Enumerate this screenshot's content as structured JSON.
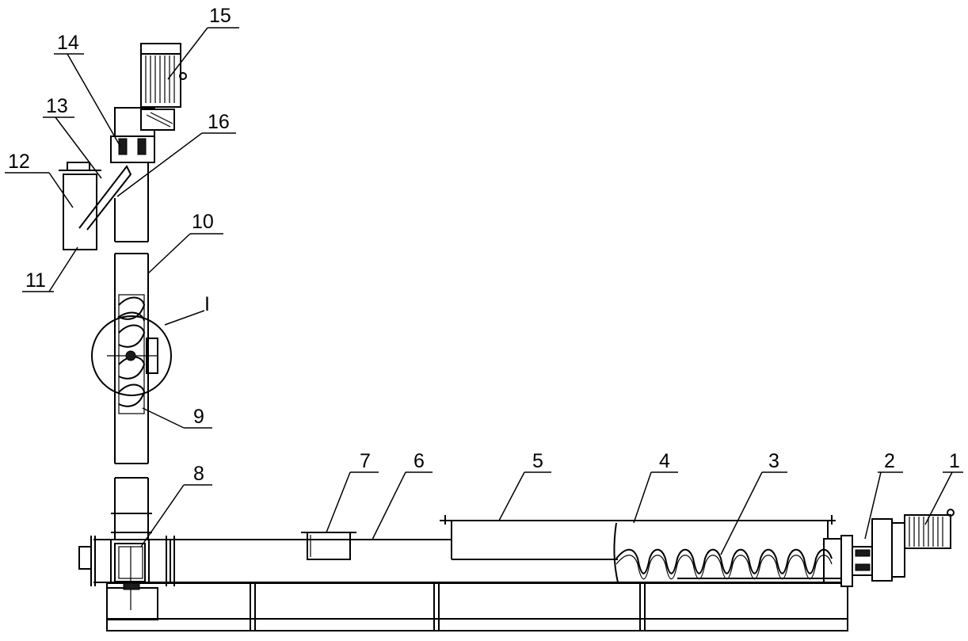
{
  "labels": [
    {
      "id": "15",
      "text": "15"
    },
    {
      "id": "14",
      "text": "14"
    },
    {
      "id": "13",
      "text": "13"
    },
    {
      "id": "16",
      "text": "16"
    },
    {
      "id": "12",
      "text": "12"
    },
    {
      "id": "10",
      "text": "10"
    },
    {
      "id": "11",
      "text": "11"
    },
    {
      "id": "I",
      "text": "I"
    },
    {
      "id": "9",
      "text": "9"
    },
    {
      "id": "8",
      "text": "8"
    },
    {
      "id": "7",
      "text": "7"
    },
    {
      "id": "6",
      "text": "6"
    },
    {
      "id": "5",
      "text": "5"
    },
    {
      "id": "4",
      "text": "4"
    },
    {
      "id": "3",
      "text": "3"
    },
    {
      "id": "2",
      "text": "2"
    },
    {
      "id": "1",
      "text": "1"
    }
  ]
}
